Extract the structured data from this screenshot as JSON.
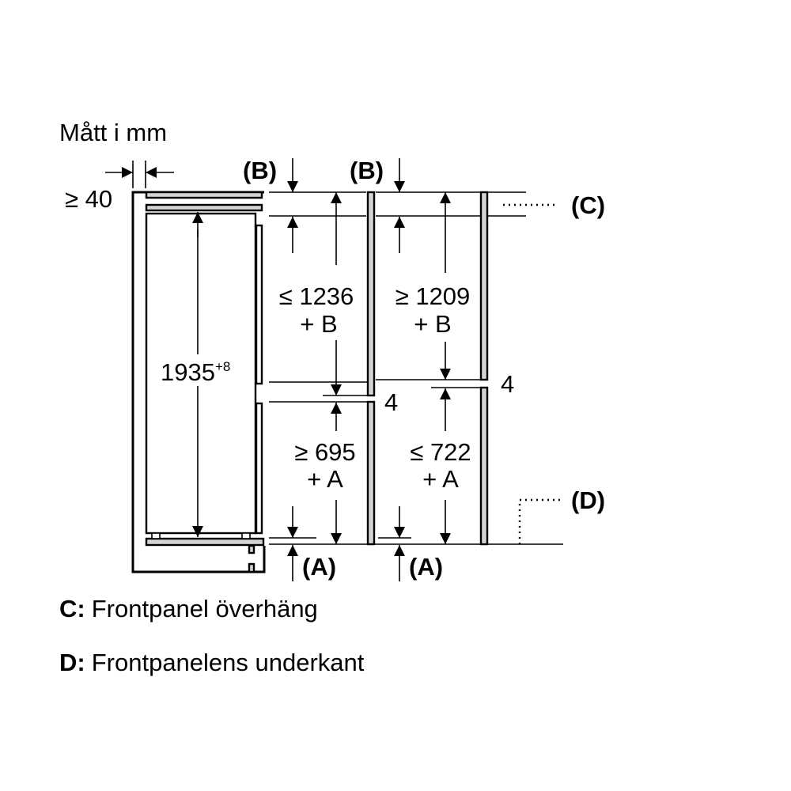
{
  "title": "Mått i mm",
  "dimensions": {
    "side_gap": "≥ 40",
    "overall_height": "1935",
    "overall_height_tolerance": "+8",
    "upper_left": "≤ 1236",
    "upper_left_suffix": "+ B",
    "upper_right": "≥ 1209",
    "upper_right_suffix": "+ B",
    "lower_left": "≥ 695",
    "lower_left_suffix": "+ A",
    "lower_right": "≤ 722",
    "lower_right_suffix": "+ A",
    "gap_left": "4",
    "gap_right": "4"
  },
  "markers": {
    "b1": "(B)",
    "b2": "(B)",
    "a1": "(A)",
    "a2": "(A)",
    "c": "(C)",
    "d": "(D)"
  },
  "legend": [
    {
      "key": "C:",
      "text": "Frontpanel överhäng"
    },
    {
      "key": "D:",
      "text": "Frontpanelens underkant"
    }
  ]
}
